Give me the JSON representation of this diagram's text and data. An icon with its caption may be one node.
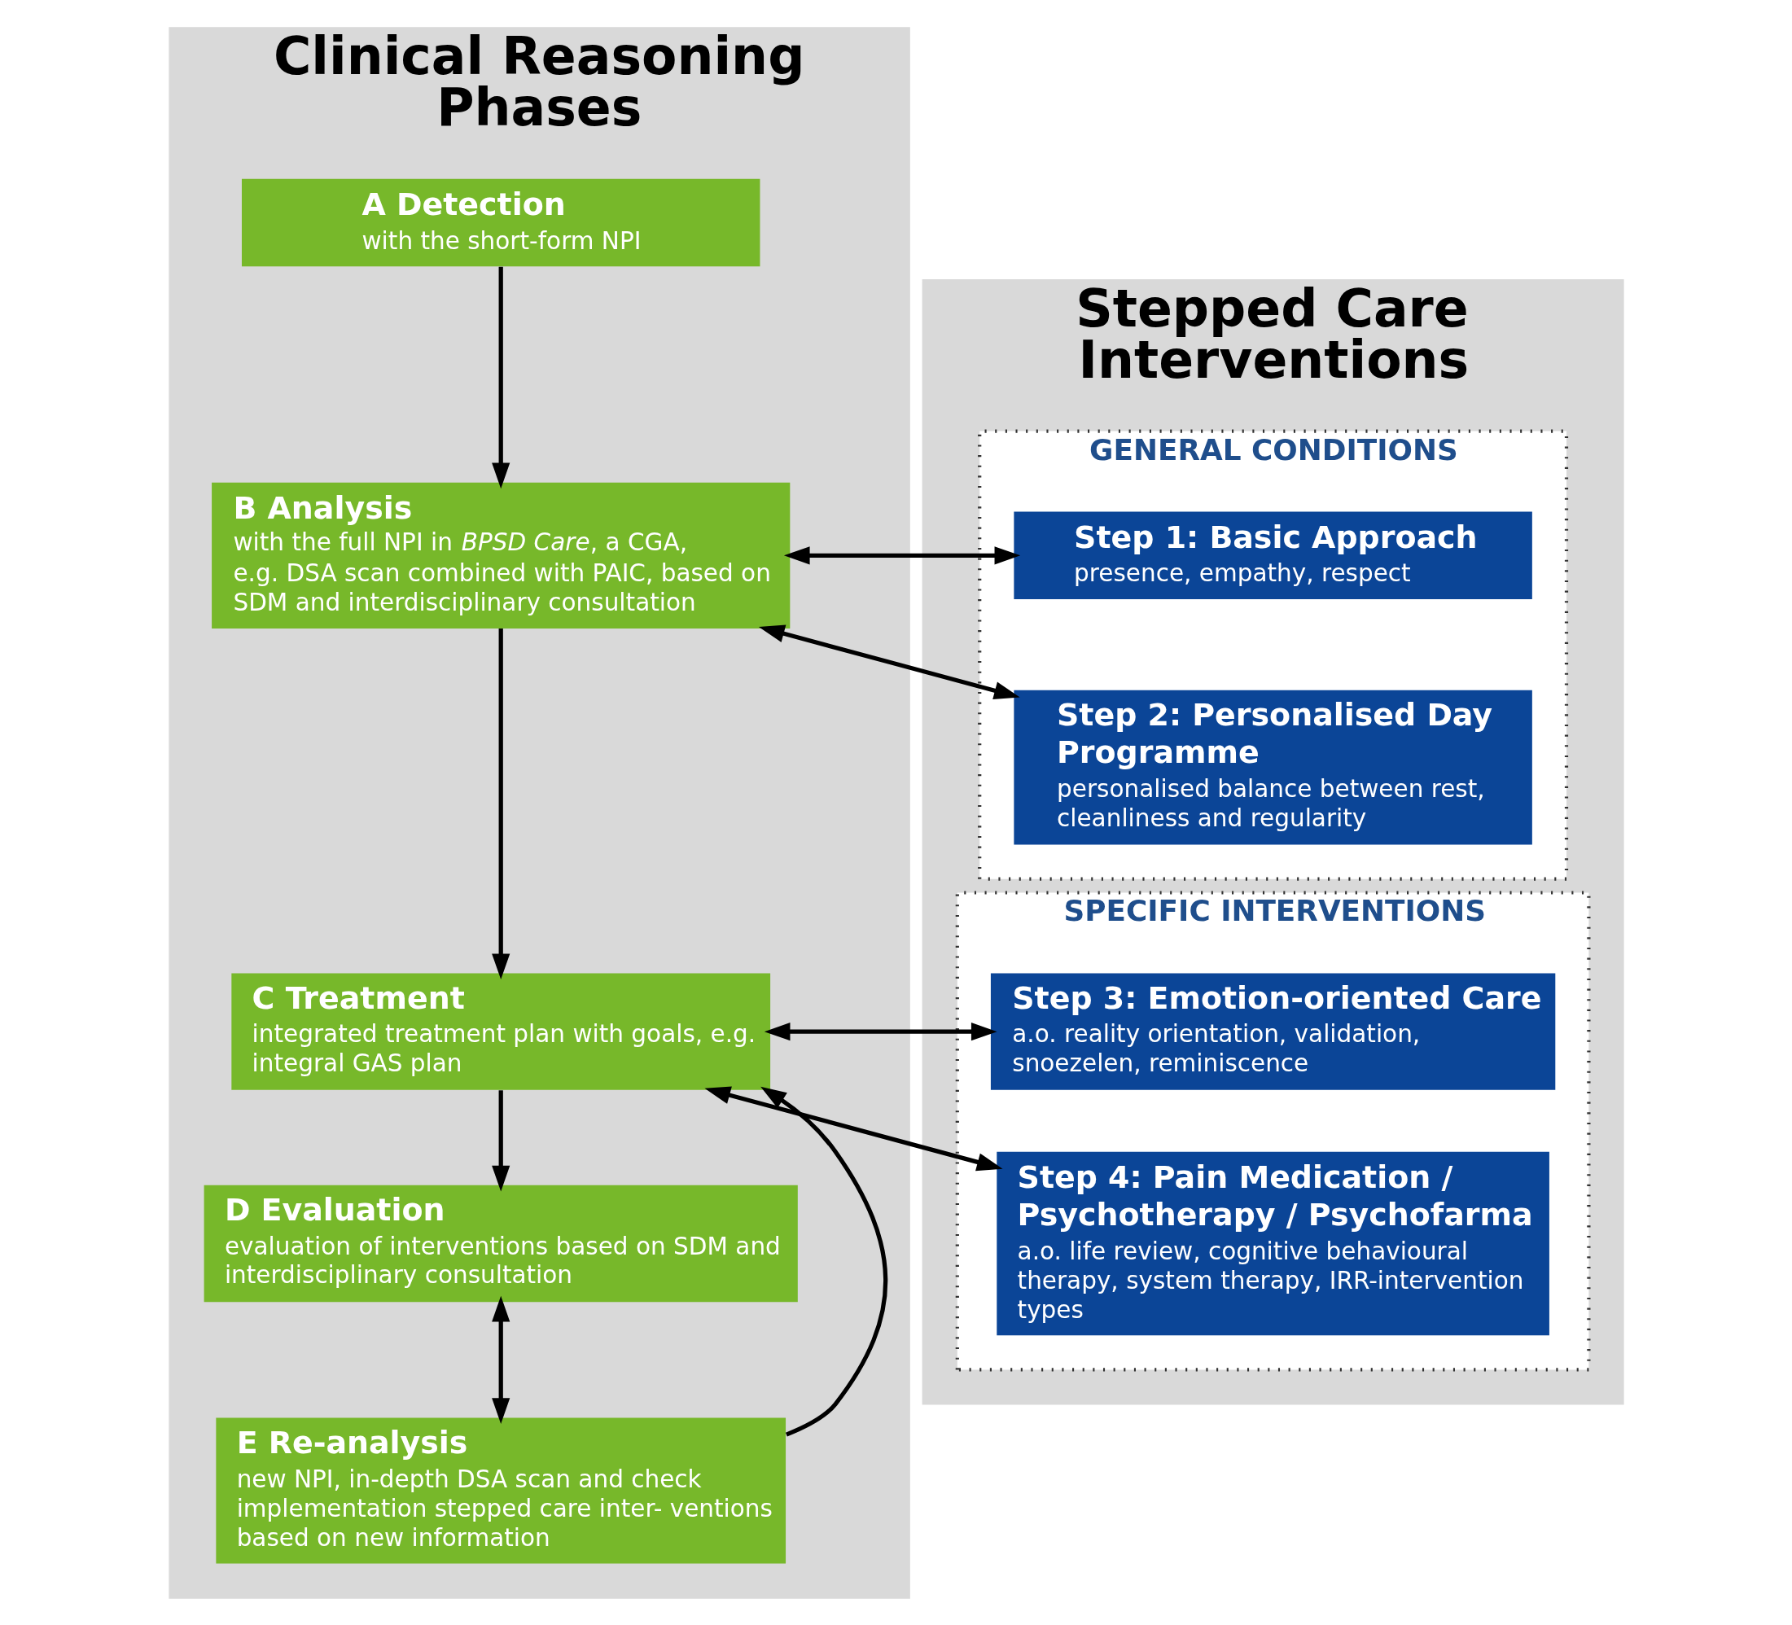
{
  "diagram": {
    "nodes": [
      {
        "text": [
          "Clinical Reasoning Phases"
        ]
      },
      {
        "text": [
          "A Detection",
          "with the short-form NPI"
        ],
        "in": 0
      },
      {
        "text": [
          "B Analysis",
          "with the full NPI in *BPSD Care*, a CGA, e.g. DSA scan combined with PAIC, based on SDM and interdisciplinary consultation"
        ],
        "in": 0
      },
      {
        "text": [
          "C Treatment",
          "integrated treatment plan with goals, e.g. integral GAS plan"
        ],
        "in": 0
      },
      {
        "text": [
          "D Evaluation",
          "evaluation of interventions based on SDM and interdisciplinary consultation"
        ],
        "in": 0
      },
      {
        "text": [
          "E Re-analysis",
          "new NPI, in-depth DSA scan and check implementation stepped care inter- ventions based on new information"
        ],
        "in": 0
      },
      {
        "text": [
          "Stepped Care Interventions"
        ]
      },
      {
        "text": [
          "GENERAL CONDITIONS"
        ],
        "in": 6
      },
      {
        "text": [
          "Step 1: Basic Approach",
          "presence, empathy, respect"
        ],
        "in": 7
      },
      {
        "text": [
          "Step 2: Personalised Day Programme",
          "personalised balance between rest, cleanliness and regularity"
        ],
        "in": 7
      },
      {
        "text": [
          "SPECIFIC INTERVENTIONS"
        ],
        "in": 6
      },
      {
        "text": [
          "Step 3: Emotion-oriented Care",
          "a.o. reality orientation, validation, snoezelen, reminiscence"
        ],
        "in": 10
      },
      {
        "text": [
          "Step 4: Pain Medication / Psychotherapy / Psychofarma",
          "a.o. life review, cognitive behavioural therapy, system therapy, IRR-intervention types"
        ],
        "in": 10
      }
    ],
    "edges": [
      {
        "from": 1,
        "to": 2,
        "arrow": "to"
      },
      {
        "from": 2,
        "to": 3,
        "arrow": "to"
      },
      {
        "from": 3,
        "to": 4,
        "arrow": "to"
      },
      {
        "from": 4,
        "to": 5,
        "arrow": "both"
      },
      {
        "from": 5,
        "to": 3,
        "arrow": "to"
      },
      {
        "from": 2,
        "to": 8,
        "arrow": "both"
      },
      {
        "from": 2,
        "to": 9,
        "arrow": "both"
      },
      {
        "from": 3,
        "to": 11,
        "arrow": "both"
      },
      {
        "from": 3,
        "to": 12,
        "arrow": "both"
      }
    ]
  }
}
